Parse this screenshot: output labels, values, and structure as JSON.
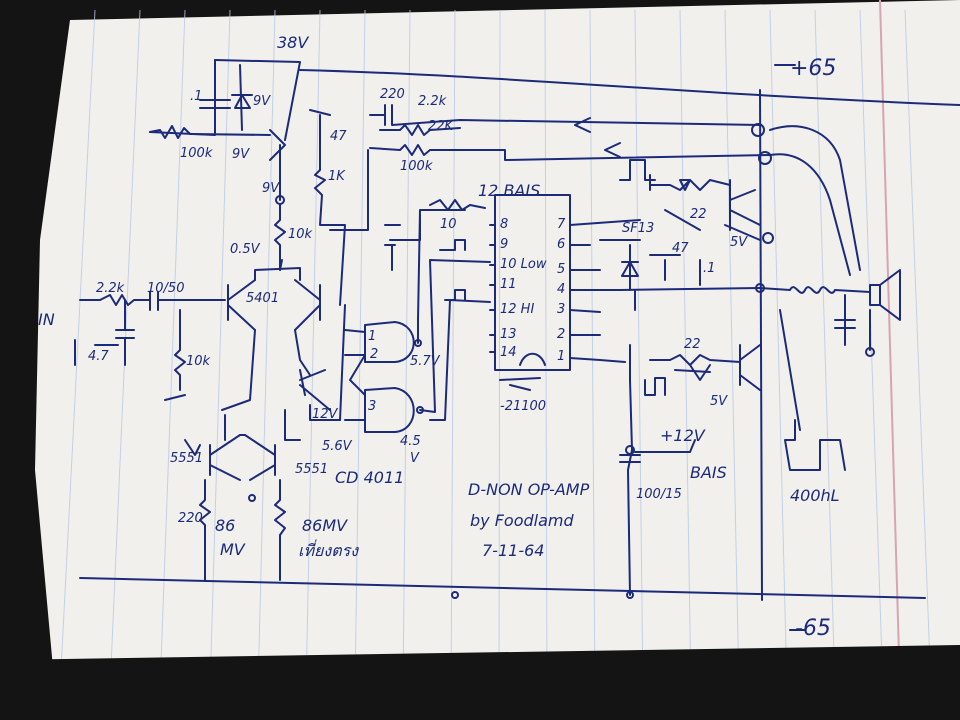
{
  "diagram": {
    "colors": {
      "paper": "#f1f0ec",
      "ink": "#1c2a7a",
      "rule": "#b9c8e6",
      "margin": "#d9a3b3",
      "background": "#141414"
    },
    "supply": {
      "positive": "+65",
      "negative": "-65",
      "supply_38v": "38V"
    },
    "input": {
      "label": "IN",
      "resistor": "2.2k",
      "coupling_cap": "10/50",
      "cap_to_ground": "4.7",
      "bias_resistor": "10k"
    },
    "regulator": {
      "cap": ".1",
      "zener": "9V",
      "resistor": "100k",
      "zener_voltage": "9V",
      "out_voltage": "9V",
      "output": "0.5V",
      "cap_value": "47",
      "resistor_1k": "1K",
      "resistor_10k": "10k",
      "value_10": "10"
    },
    "feedback": {
      "cap_220": "220",
      "resistor_2_2k": "2.2k",
      "resistor_22k": "22K",
      "resistor_100k": "100k"
    },
    "diff_pair": {
      "label": "5401",
      "emitter_label": "5551"
    },
    "current_source": {
      "label": "5551",
      "r_86mv_left": "86",
      "unit_left": "MV",
      "value_220": "220",
      "r_86mv_right": "86MV",
      "note": "เที่ยงตรง"
    },
    "logic": {
      "gate_label": "CD 4011",
      "pins": [
        "1",
        "2",
        "3"
      ],
      "v1": "5.7V",
      "v2": "5.6V",
      "v3": "4.5",
      "v4": "V",
      "v5": "12V"
    },
    "ic": {
      "header": "12 BAIS",
      "left_pins": [
        "8",
        "9",
        "10 Low",
        "11",
        "12 HI",
        "13",
        "14"
      ],
      "right_pins": [
        "7",
        "6",
        "5",
        "4",
        "3",
        "2",
        "1"
      ],
      "part_label": "-21100",
      "title_line1": "D-NON OP-AMP",
      "title_line2": "by Foodlamd",
      "date": "7-11-64"
    },
    "output_stage": {
      "sf": "SF13",
      "r22_top": "22",
      "cap_47": "47",
      "cap_01": ".1",
      "voltage_5v": "5V",
      "r22_bottom": "22",
      "voltage_5v_bottom": "5V",
      "bias_voltage": "+12V",
      "bais": "BAIS",
      "cap_100_15": "100/15",
      "wave_label": "400hL",
      "speaker": "SPK"
    }
  }
}
